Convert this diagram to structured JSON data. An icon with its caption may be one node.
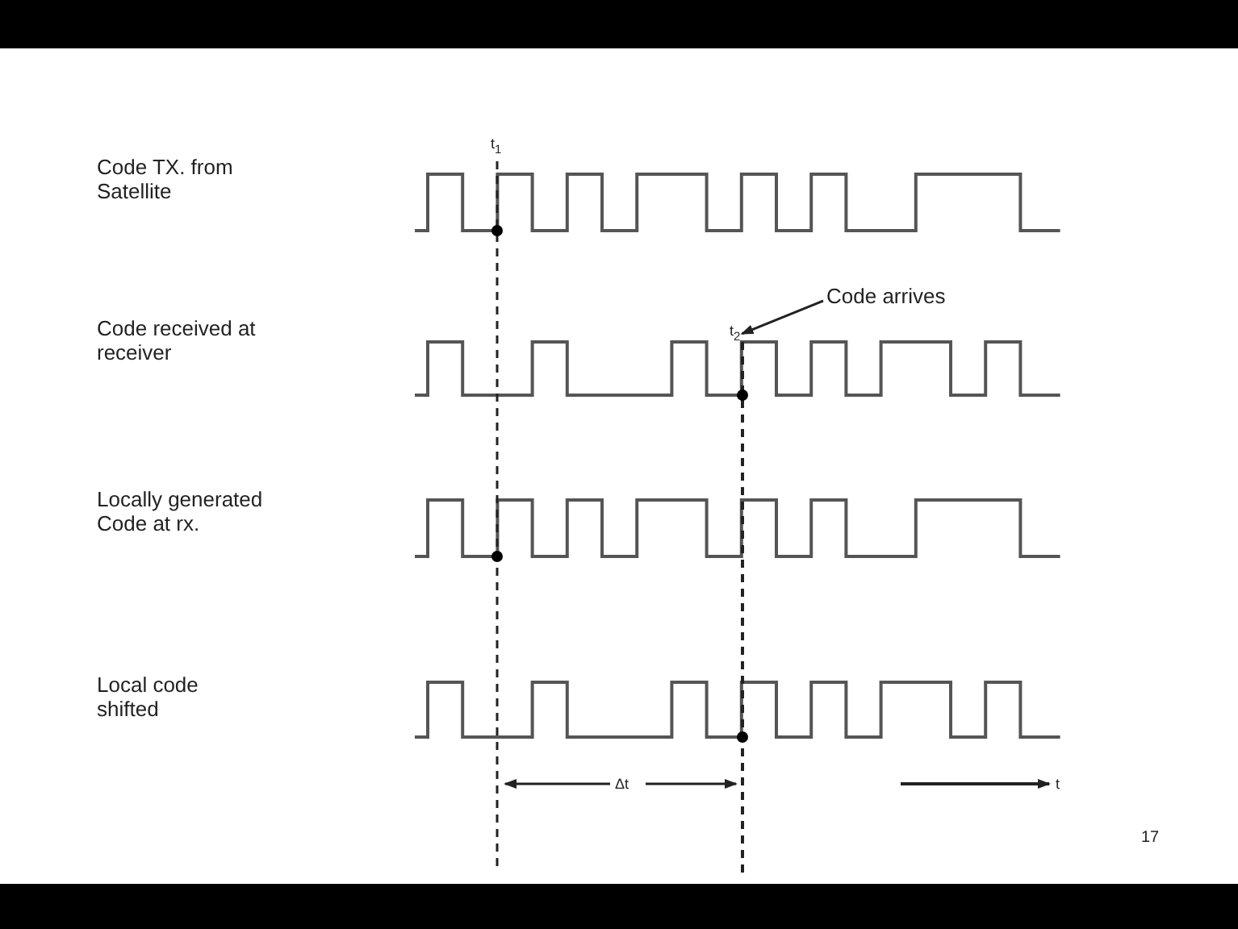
{
  "diagram": {
    "nodes": [
      {
        "text": [
          "Code arrives"
        ]
      },
      {
        "text": [
          "t$_{2}$"
        ]
      }
    ],
    "edges": [
      {
        "from": 0,
        "to": 1,
        "arrow": "to"
      }
    ],
    "labels": [
      "Code TX. from Satellite",
      "t$_{1}$",
      "Code received at receiver",
      "Locally generated Code at rx.",
      "Local code shifted",
      "Δt",
      "t",
      "17"
    ]
  }
}
